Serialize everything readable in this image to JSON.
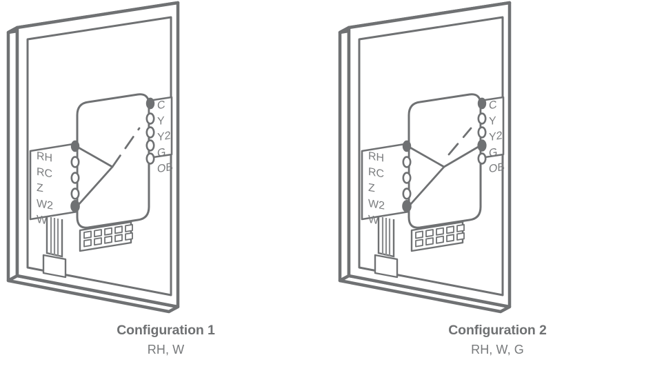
{
  "page": {
    "background_color": "#ffffff",
    "stroke_color": "#6f7173",
    "stroke_light_color": "#8b8d8f",
    "label_color": "#7a7c7e",
    "caption_color": "#6f7173",
    "terminal_fill_color": "#6f7173"
  },
  "panels": [
    {
      "id": "configuration-1",
      "caption": {
        "title": "Configuration 1",
        "subtitle": "RH, W"
      },
      "left_terminals": [
        {
          "label": "RH",
          "state": "connected"
        },
        {
          "label": "RC",
          "state": "open"
        },
        {
          "label": "Z",
          "state": "open"
        },
        {
          "label": "W2",
          "state": "connected"
        },
        {
          "label": "W",
          "state": "none"
        }
      ],
      "right_terminals": [
        {
          "label": "C",
          "state": "connected"
        },
        {
          "label": "Y",
          "state": "open"
        },
        {
          "label": "Y2",
          "state": "open"
        },
        {
          "label": "G",
          "state": "open"
        },
        {
          "label": "OB",
          "state": "open"
        }
      ],
      "wires": {
        "solid_count": 2,
        "dashed_count": 1,
        "has_g_wire": false
      },
      "connector_pins": {
        "rows": 2,
        "columns": 5
      },
      "ribbon_conductors": 3
    },
    {
      "id": "configuration-2",
      "caption": {
        "title": "Configuration 2",
        "subtitle": "RH, W, G"
      },
      "left_terminals": [
        {
          "label": "RH",
          "state": "connected"
        },
        {
          "label": "RC",
          "state": "open"
        },
        {
          "label": "Z",
          "state": "open"
        },
        {
          "label": "W2",
          "state": "connected"
        },
        {
          "label": "W",
          "state": "none"
        }
      ],
      "right_terminals": [
        {
          "label": "C",
          "state": "connected"
        },
        {
          "label": "Y",
          "state": "open"
        },
        {
          "label": "Y2",
          "state": "open"
        },
        {
          "label": "G",
          "state": "connected"
        },
        {
          "label": "OB",
          "state": "open"
        }
      ],
      "wires": {
        "solid_count": 3,
        "dashed_count": 1,
        "has_g_wire": true
      },
      "connector_pins": {
        "rows": 2,
        "columns": 5
      },
      "ribbon_conductors": 3
    }
  ]
}
